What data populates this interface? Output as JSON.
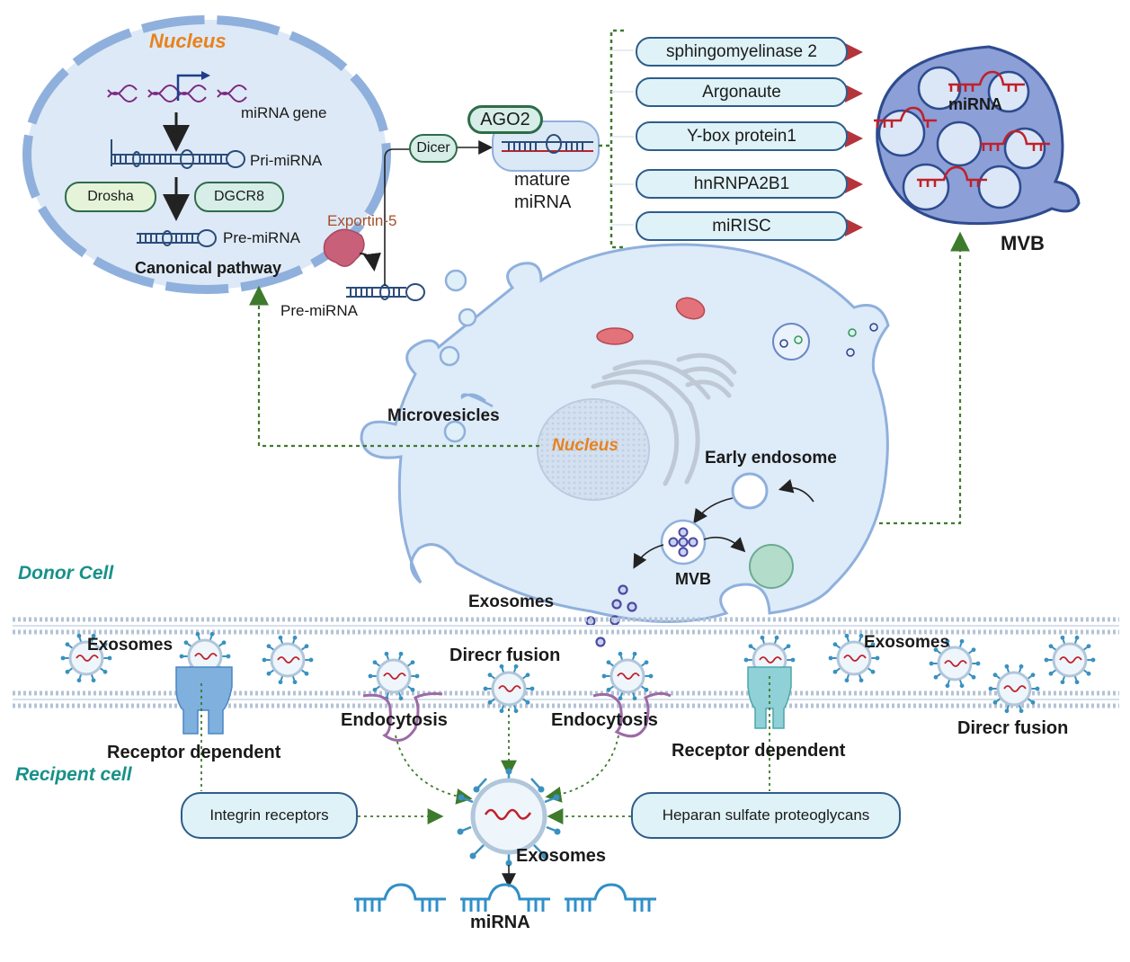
{
  "labels": {
    "nucleus_top": "Nucleus",
    "mirna_gene": "miRNA gene",
    "pri_mirna": "Pri-miRNA",
    "drosha": "Drosha",
    "dgcr8": "DGCR8",
    "pre_mirna_inner": "Pre-miRNA",
    "exportin": "Exportin-5",
    "canonical": "Canonical pathway",
    "pre_mirna_outer": "Pre-miRNA",
    "dicer": "Dicer",
    "ago2": "AGO2",
    "mature_line1": "mature",
    "mature_line2": "miRNA",
    "mvb_top_mirna": "miRNA",
    "mvb_top": "MVB",
    "microvesicles": "Microvesicles",
    "nucleus_cell": "Nucleus",
    "early_endosome": "Early endosome",
    "mvb_cell": "MVB",
    "donor_cell": "Donor Cell",
    "exosomes_release": "Exosomes",
    "exosomes_left": "Exosomes",
    "exosomes_right": "Exosomes",
    "direct_fusion_mid": "Direcr fusion",
    "direct_fusion_right": "Direcr fusion",
    "endocytosis_left": "Endocytosis",
    "endocytosis_right": "Endocytosis",
    "receptor_left": "Receptor dependent",
    "receptor_right": "Receptor dependent",
    "recipient_cell": "Recipent cell",
    "integrin": "Integrin receptors",
    "heparan": "Heparan sulfate proteoglycans",
    "exosomes_bottom": "Exosomes",
    "mirna_bottom": "miRNA"
  },
  "sorting_proteins": [
    "sphingomyelinase 2",
    "Argonaute",
    "Y-box protein1",
    "hnRNPA2B1",
    "miRISC"
  ],
  "colors": {
    "membrane": "#8fb0dc",
    "nucleus_fill": "#dde9f6",
    "cell_fill": "#deebf9",
    "mvb_fill": "#8c9fd6",
    "pill_fill": "#dff2f8",
    "mirna_red": "#c0202a",
    "mirna_blue": "#2f8fc9",
    "dotted_green": "#3e7a2c",
    "orange": "#e8821e",
    "teal": "#17918a"
  }
}
